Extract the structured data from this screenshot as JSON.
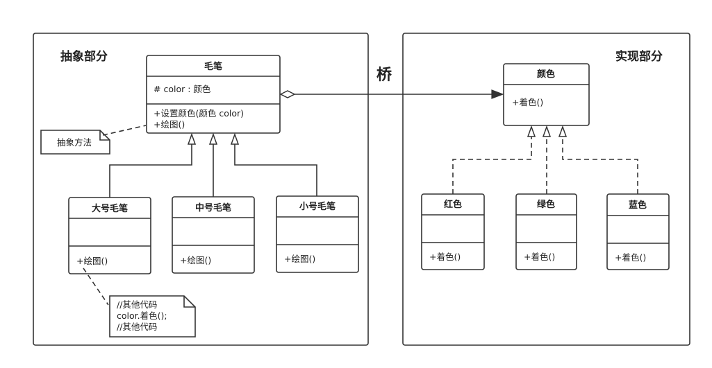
{
  "regions": {
    "abstraction_title": "抽象部分",
    "implementation_title": "实现部分"
  },
  "bridge_label": "桥",
  "classes": {
    "brush": {
      "name": "毛笔",
      "attribute": "# color : 颜色",
      "methods": [
        "+设置颜色(颜色 color)",
        "+绘图()"
      ]
    },
    "large_brush": {
      "name": "大号毛笔",
      "method": "+绘图()"
    },
    "medium_brush": {
      "name": "中号毛笔",
      "method": "+绘图()"
    },
    "small_brush": {
      "name": "小号毛笔",
      "method": "+绘图()"
    },
    "color": {
      "name": "颜色",
      "method": "+着色()"
    },
    "red": {
      "name": "红色",
      "method": "+着色()"
    },
    "green": {
      "name": "绿色",
      "method": "+着色()"
    },
    "blue": {
      "name": "蓝色",
      "method": "+着色()"
    }
  },
  "notes": {
    "abstract_method": "抽象方法",
    "code": [
      "//其他代码",
      "color.着色();",
      "//其他代码"
    ]
  }
}
